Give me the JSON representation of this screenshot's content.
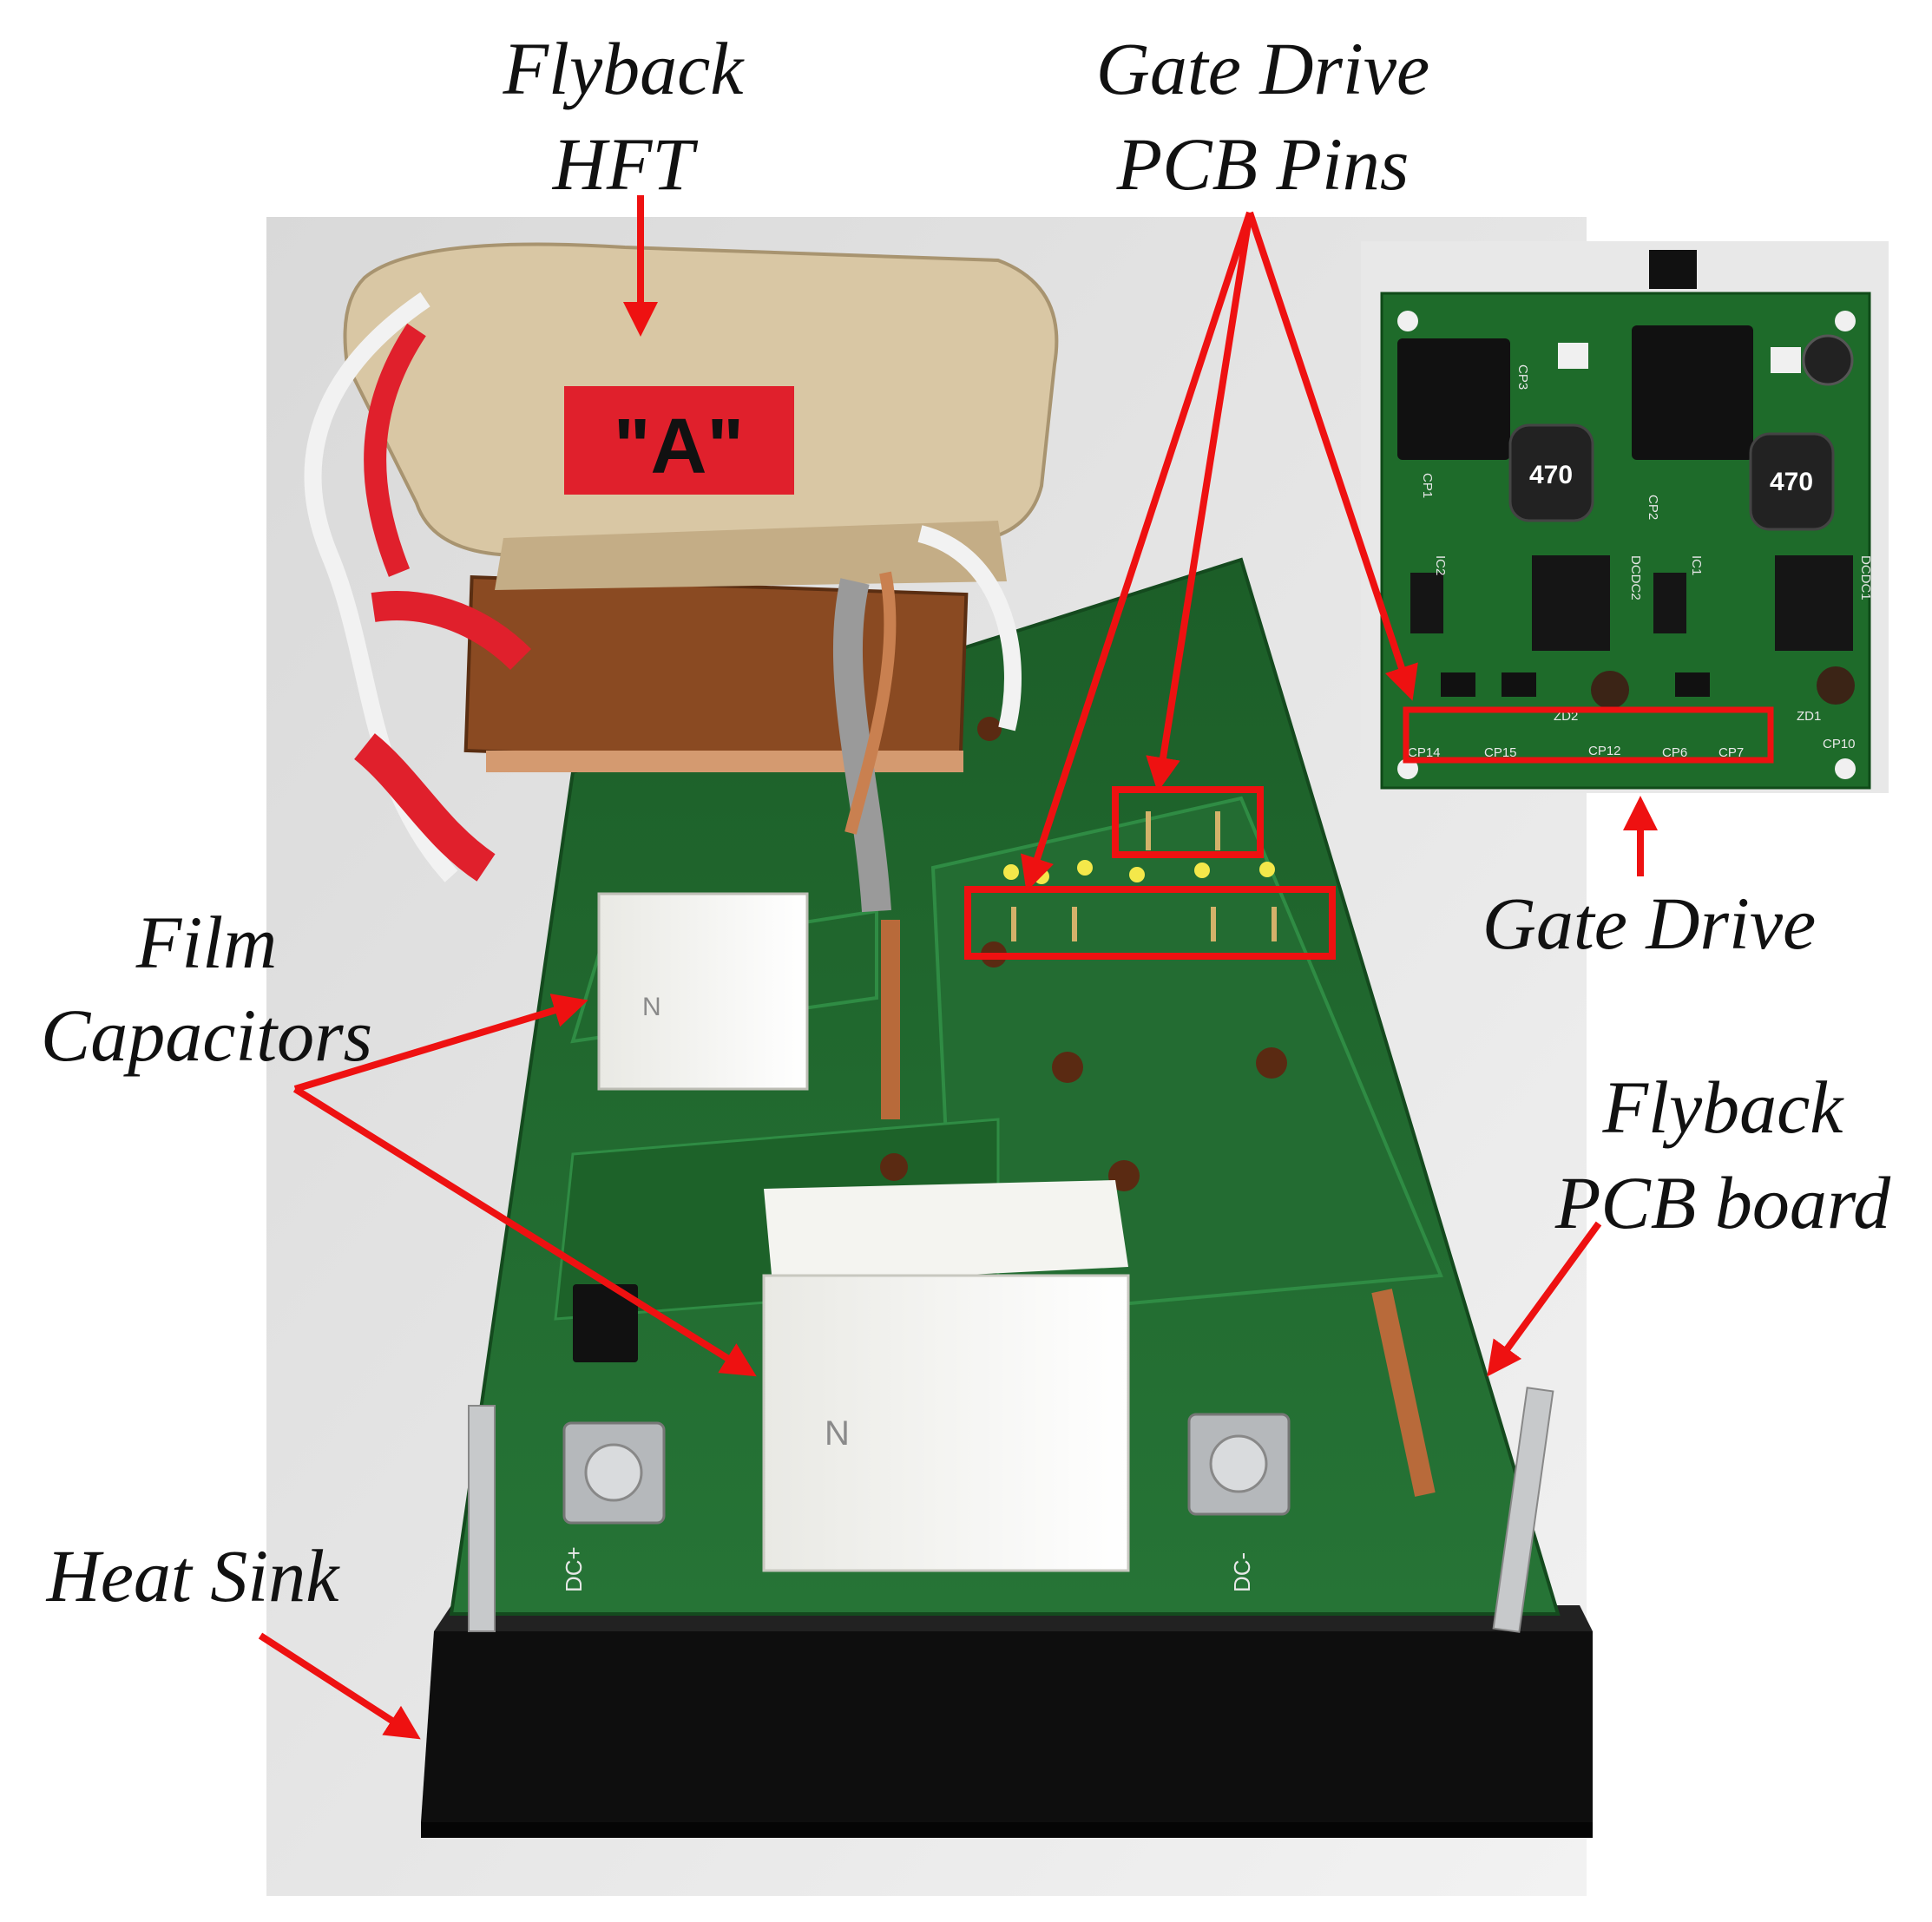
{
  "labels": {
    "flyback_hft": [
      "Flyback",
      "HFT"
    ],
    "gate_drive_pins": [
      "Gate Drive",
      "PCB Pins"
    ],
    "gate_drive": "Gate Drive",
    "film_capacitors": [
      "Film",
      "Capacitors"
    ],
    "flyback_pcb": [
      "Flyback",
      "PCB board"
    ],
    "heat_sink": "Heat Sink"
  },
  "photo_text": {
    "tape_letter": "\"A\"",
    "inductor_values": [
      "470",
      "470"
    ],
    "pcb_silk": [
      "DC+",
      "DC-"
    ],
    "gate_silk": [
      "CP14",
      "CP15",
      "CP12",
      "CP6",
      "CP7",
      "CP10",
      "ZD2",
      "ZD1",
      "DCDC2",
      "DCDC1",
      "IC2",
      "IC1",
      "CP3",
      "CP2",
      "CP1"
    ]
  },
  "colors": {
    "arrow": "#ee1111",
    "pcb_green": "#1f6b2c",
    "heatsink": "#0e0e0e",
    "tape": "#d9c7a4",
    "red_tape": "#e0202c",
    "copper": "#8a4a22"
  }
}
